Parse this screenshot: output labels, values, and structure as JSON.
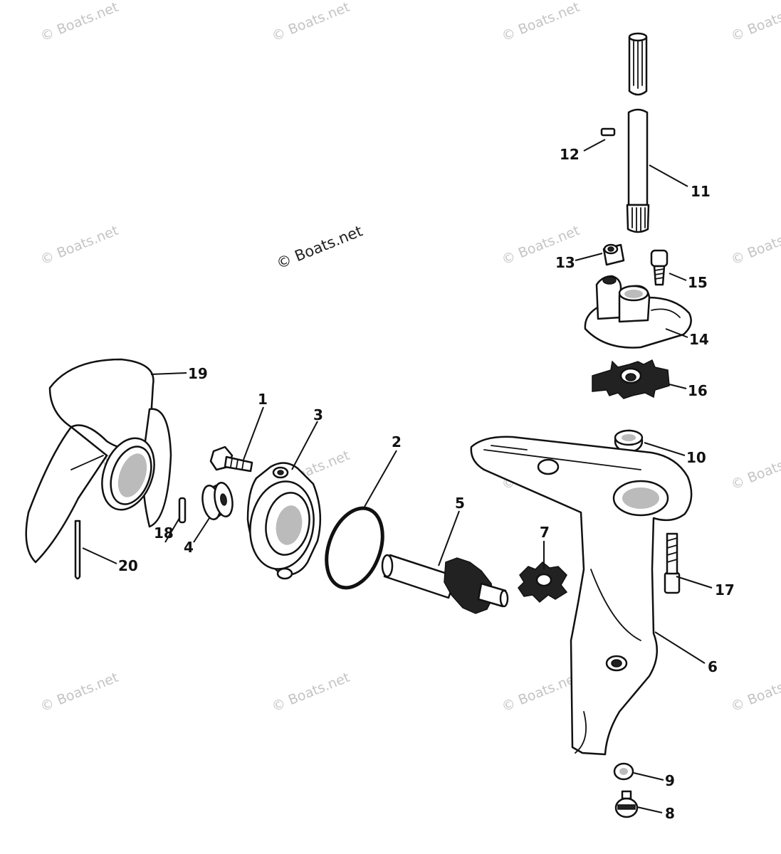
{
  "watermarks": {
    "text": "© Boats.net",
    "main": "© Boats.net"
  },
  "callouts": {
    "c1": "1",
    "c2": "2",
    "c3": "3",
    "c4": "4",
    "c5": "5",
    "c6": "6",
    "c7": "7",
    "c8": "8",
    "c9": "9",
    "c10": "10",
    "c11": "11",
    "c12": "12",
    "c13": "13",
    "c14": "14",
    "c15": "15",
    "c16": "16",
    "c17": "17",
    "c18": "18",
    "c19": "19",
    "c20": "20"
  }
}
